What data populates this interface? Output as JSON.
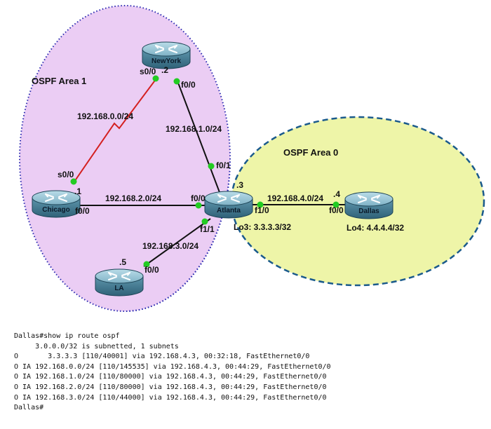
{
  "areas": {
    "area1": "OSPF Area 1",
    "area0": "OSPF Area 0"
  },
  "routers": {
    "newyork": "NewYork",
    "chicago": "Chicago",
    "atlanta": "Atlanta",
    "dallas": "Dallas",
    "la": "LA"
  },
  "networks": {
    "ny_chicago": "192.168.0.0/24",
    "ny_atlanta": "192.168.1.0/24",
    "chicago_atlanta": "192.168.2.0/24",
    "la_atlanta": "192.168.3.0/24",
    "atlanta_dallas": "192.168.4.0/24"
  },
  "interfaces": {
    "ny_s00": "s0/0",
    "ny_host": ".2",
    "ny_f00": "f0/0",
    "chicago_s00": "s0/0",
    "chicago_host": ".1",
    "chicago_f00": "f0/0",
    "atlanta_f00": "f0/0",
    "atlanta_f01": "f0/1",
    "atlanta_f10": "f1/0",
    "atlanta_f11": "f1/1",
    "atlanta_host": ".3",
    "dallas_f00": "f0/0",
    "dallas_host": ".4",
    "la_f00": "f0/0",
    "la_host": ".5"
  },
  "loopbacks": {
    "atlanta": "Lo3: 3.3.3.3/32",
    "dallas": "Lo4: 4.4.4.4/32"
  },
  "colors": {
    "area1_fill": "#ebcdf4",
    "area1_border": "#2a2ab0",
    "area0_fill": "#eef5a8",
    "area0_border": "#1a5a8c",
    "serial_link": "#d42020",
    "ethernet_link": "#111111",
    "port_dot": "#22cc22",
    "router_body": "#4f8aa0"
  },
  "cli_output": [
    "Dallas#show ip route ospf",
    "     3.0.0.0/32 is subnetted, 1 subnets",
    "O       3.3.3.3 [110/40001] via 192.168.4.3, 00:32:18, FastEthernet0/0",
    "O IA 192.168.0.0/24 [110/145535] via 192.168.4.3, 00:44:29, FastEthernet0/0",
    "O IA 192.168.1.0/24 [110/80000] via 192.168.4.3, 00:44:29, FastEthernet0/0",
    "O IA 192.168.2.0/24 [110/80000] via 192.168.4.3, 00:44:29, FastEthernet0/0",
    "O IA 192.168.3.0/24 [110/44000] via 192.168.4.3, 00:44:29, FastEthernet0/0",
    "Dallas#"
  ]
}
